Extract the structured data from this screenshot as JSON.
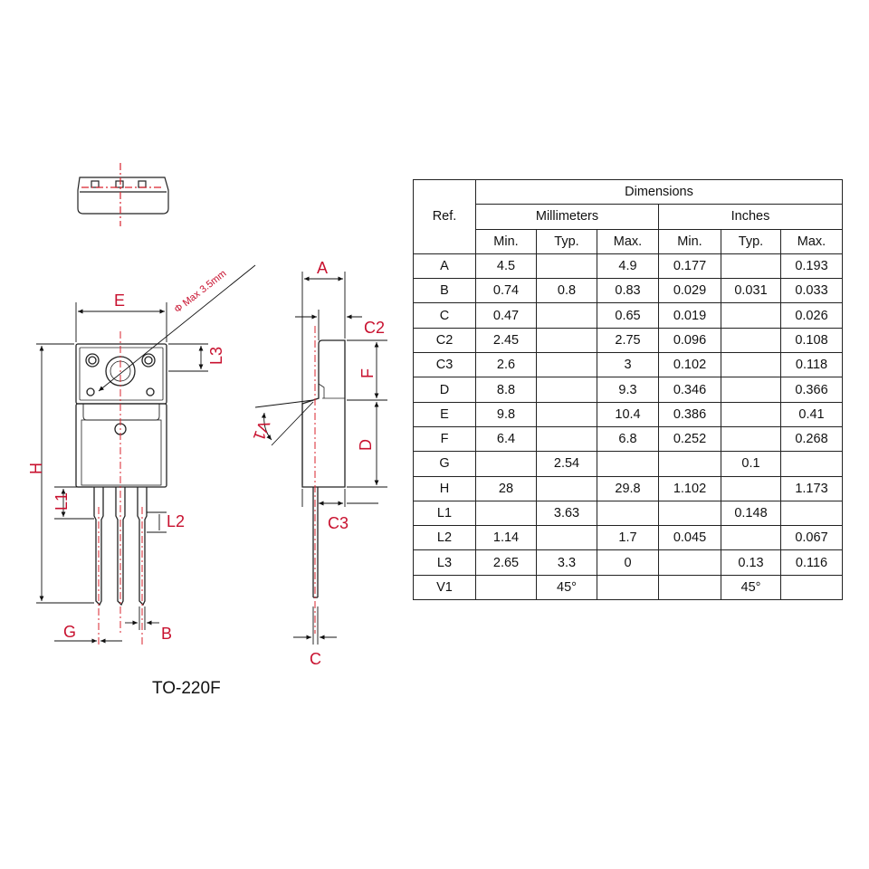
{
  "caption": "TO-220F",
  "colors": {
    "dimension_red": "#c8102e",
    "outline": "#222222",
    "centerline_red": "#d9232e"
  },
  "labels": {
    "E": "E",
    "H": "H",
    "L1": "L1",
    "L2": "L2",
    "L3": "L3",
    "G": "G",
    "B": "B",
    "A": "A",
    "C": "C",
    "C2": "C2",
    "C3": "C3",
    "D": "D",
    "F": "F",
    "V1": "V1",
    "hole": "Φ Max 3.5mm"
  },
  "table": {
    "ref_header": "Ref.",
    "dimensions_header": "Dimensions",
    "mm_header": "Millimeters",
    "in_header": "Inches",
    "sub_headers": [
      "Min.",
      "Typ.",
      "Max.",
      "Min.",
      "Typ.",
      "Max."
    ],
    "rows": [
      [
        "A",
        "4.5",
        "",
        "4.9",
        "0.177",
        "",
        "0.193"
      ],
      [
        "B",
        "0.74",
        "0.8",
        "0.83",
        "0.029",
        "0.031",
        "0.033"
      ],
      [
        "C",
        "0.47",
        "",
        "0.65",
        "0.019",
        "",
        "0.026"
      ],
      [
        "C2",
        "2.45",
        "",
        "2.75",
        "0.096",
        "",
        "0.108"
      ],
      [
        "C3",
        "2.6",
        "",
        "3",
        "0.102",
        "",
        "0.118"
      ],
      [
        "D",
        "8.8",
        "",
        "9.3",
        "0.346",
        "",
        "0.366"
      ],
      [
        "E",
        "9.8",
        "",
        "10.4",
        "0.386",
        "",
        "0.41"
      ],
      [
        "F",
        "6.4",
        "",
        "6.8",
        "0.252",
        "",
        "0.268"
      ],
      [
        "G",
        "",
        "2.54",
        "",
        "",
        "0.1",
        ""
      ],
      [
        "H",
        "28",
        "",
        "29.8",
        "1.102",
        "",
        "1.173"
      ],
      [
        "L1",
        "",
        "3.63",
        "",
        "",
        "0.148",
        ""
      ],
      [
        "L2",
        "1.14",
        "",
        "1.7",
        "0.045",
        "",
        "0.067"
      ],
      [
        "L3",
        "2.65",
        "3.3",
        "0",
        "",
        "0.13",
        "0.116"
      ],
      [
        "V1",
        "",
        "45°",
        "",
        "",
        "45°",
        ""
      ]
    ]
  }
}
